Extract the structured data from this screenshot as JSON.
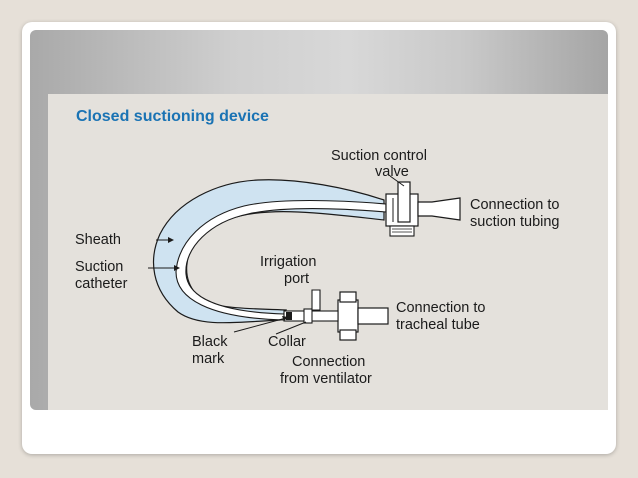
{
  "figure": {
    "title": "Closed suctioning device",
    "labels": {
      "suction_control_valve_1": "Suction control",
      "suction_control_valve_2": "valve",
      "connection_suction_1": "Connection to",
      "connection_suction_2": "suction tubing",
      "sheath": "Sheath",
      "suction_catheter_1": "Suction",
      "suction_catheter_2": "catheter",
      "irrigation_port_1": "Irrigation",
      "irrigation_port_2": "port",
      "connection_tracheal_1": "Connection to",
      "connection_tracheal_2": "tracheal tube",
      "black_mark_1": "Black",
      "black_mark_2": "mark",
      "collar": "Collar",
      "connection_ventilator_1": "Connection",
      "connection_ventilator_2": "from ventilator"
    }
  },
  "colors": {
    "title": "#1a73b4",
    "sheath_fill": "#cfe3f1",
    "figure_bg": "#e4e1dc",
    "line": "#1b1b1b"
  }
}
